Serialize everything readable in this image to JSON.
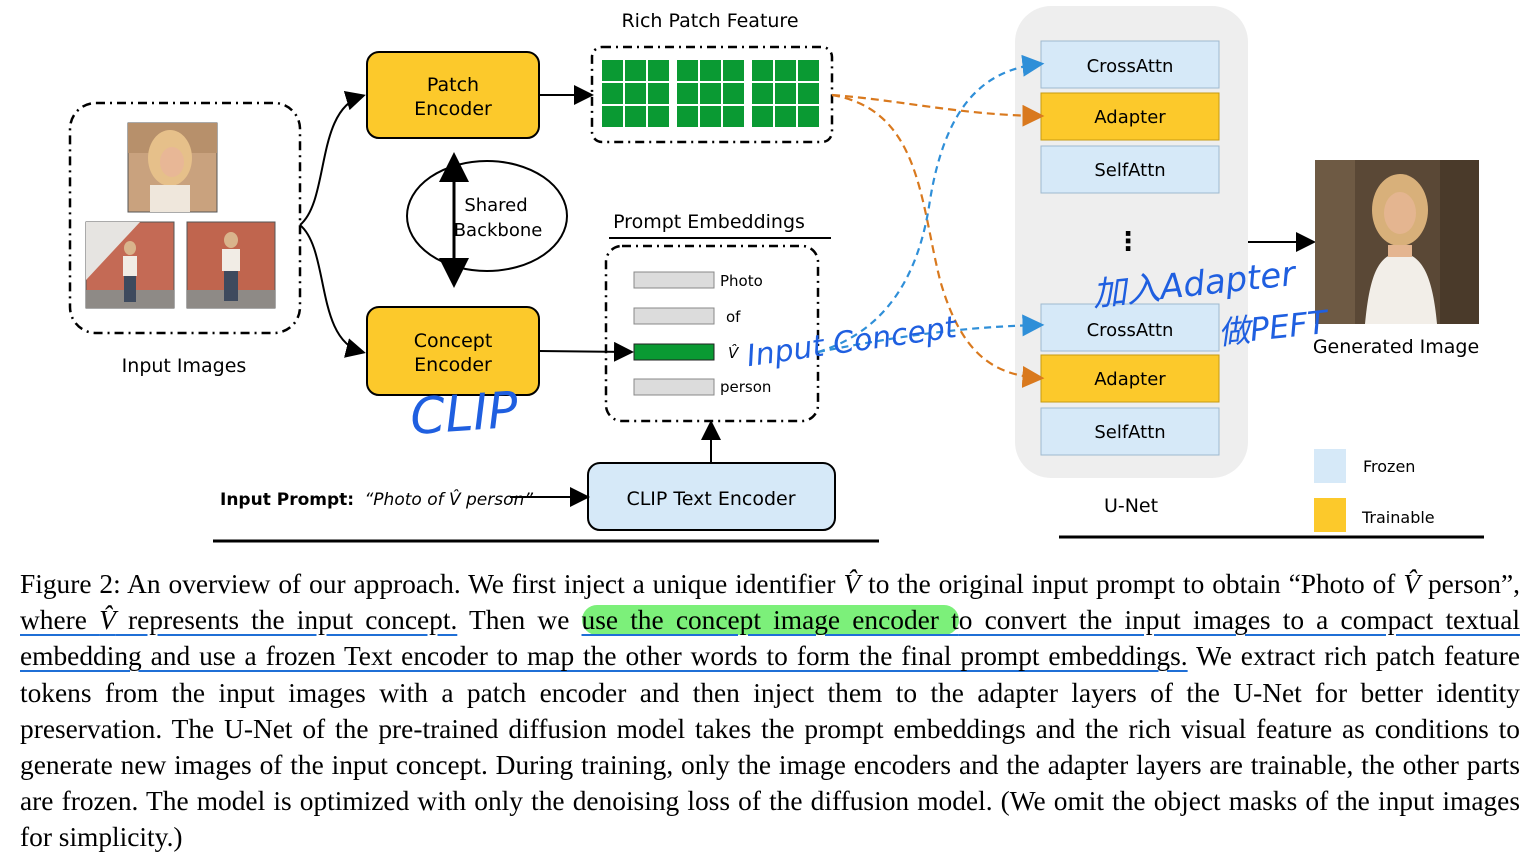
{
  "figure": {
    "input_images_label": "Input Images",
    "patch_encoder_label": [
      "Patch",
      "Encoder"
    ],
    "concept_encoder_label": [
      "Concept",
      "Encoder"
    ],
    "shared_backbone_label": [
      "Shared",
      "Backbone"
    ],
    "rich_patch_feature_label": "Rich Patch Feature",
    "prompt_embeddings_label": "Prompt Embeddings",
    "prompt_tokens": [
      "Photo",
      "of",
      "V̂",
      "person"
    ],
    "clip_text_encoder_label": "CLIP Text Encoder",
    "input_prompt_prefix": "Input Prompt:",
    "input_prompt_text": "“Photo of V̂ person”",
    "unet_label": "U-Net",
    "unet_blocks": [
      "CrossAttn",
      "Adapter",
      "SelfAttn",
      "CrossAttn",
      "Adapter",
      "SelfAttn"
    ],
    "unet_ellipsis": "⋮",
    "generated_image_label": "Generated Image",
    "legend": [
      {
        "label": "Frozen",
        "color": "#d6e9f8"
      },
      {
        "label": "Trainable",
        "color": "#fcc92b"
      }
    ],
    "handwritten": {
      "clip": "CLIP",
      "input_concept": "Input Concept",
      "adapter_note_line1": "加入Adapter",
      "adapter_note_line2": "做PEFT"
    },
    "colors": {
      "encoder_fill": "#fcc92b",
      "frozen_fill": "#d6e9f8",
      "patch_green": "#0a9a33",
      "concept_token_green": "#0a9a33",
      "token_grey": "#dcdcdc",
      "unet_panel": "#eeeeee",
      "blue_arrow": "#2f8fd8",
      "orange_arrow": "#d9791e",
      "ink_blue": "#1f5fe0"
    }
  },
  "caption": {
    "seg1": "Figure 2: An overview of our approach. We first inject a unique identifier ",
    "seg2": " to the original input prompt to obtain “Photo of ",
    "seg3": " person”, ",
    "seg4": "where ",
    "seg5": " represents the input concept.",
    "seg6": " Then we ",
    "seg7": "use the concept image encoder t",
    "seg8": "o convert the input images to a compact textual embedding and use a frozen Text encoder to map the other words to form the final prompt embeddings.",
    "seg9": " We extract rich patch feature tokens from the input images with a patch encoder and then inject them to the adapter layers of the U-Net for better identity preservation. The U-Net of the pre-trained diffusion model takes the prompt embeddings and the rich visual feature as conditions to generate new images of the input concept. During training, only the image encoders and the adapter layers are trainable, the other parts are frozen. The model is optimized with only the denoising loss of the diffusion model. (We omit the object masks of the input images for simplicity.)",
    "vhat": "V̂"
  }
}
